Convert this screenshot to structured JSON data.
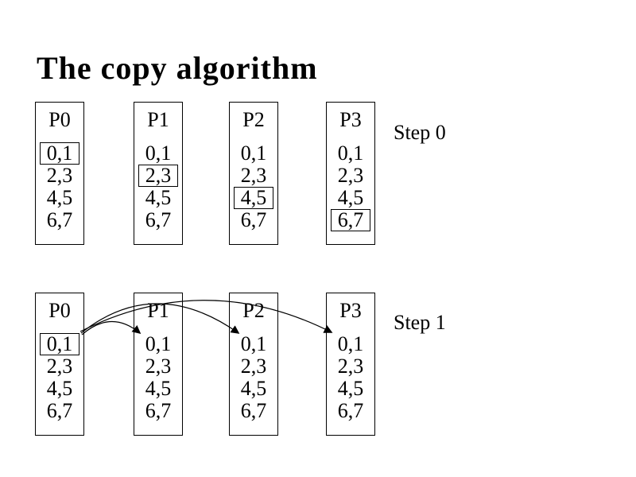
{
  "title": "The copy algorithm",
  "colors": {
    "background": "#ffffff",
    "ink": "#000000"
  },
  "steps": [
    {
      "label": "Step 0",
      "boxes": [
        {
          "label": "P0",
          "items": [
            "0,1",
            "2,3",
            "4,5",
            "6,7"
          ],
          "highlight_index": 0
        },
        {
          "label": "P1",
          "items": [
            "0,1",
            "2,3",
            "4,5",
            "6,7"
          ],
          "highlight_index": 1
        },
        {
          "label": "P2",
          "items": [
            "0,1",
            "2,3",
            "4,5",
            "6,7"
          ],
          "highlight_index": 2
        },
        {
          "label": "P3",
          "items": [
            "0,1",
            "2,3",
            "4,5",
            "6,7"
          ],
          "highlight_index": 3
        }
      ]
    },
    {
      "label": "Step 1",
      "boxes": [
        {
          "label": "P0",
          "items": [
            "0,1",
            "2,3",
            "4,5",
            "6,7"
          ],
          "highlight_index": 0
        },
        {
          "label": "P1",
          "items": [
            "0,1",
            "2,3",
            "4,5",
            "6,7"
          ],
          "highlight_index": null
        },
        {
          "label": "P2",
          "items": [
            "0,1",
            "2,3",
            "4,5",
            "6,7"
          ],
          "highlight_index": null
        },
        {
          "label": "P3",
          "items": [
            "0,1",
            "2,3",
            "4,5",
            "6,7"
          ],
          "highlight_index": null
        }
      ],
      "arrows": [
        {
          "from": "P0",
          "to": "P1",
          "payload": "0,1"
        },
        {
          "from": "P0",
          "to": "P2",
          "payload": "0,1"
        },
        {
          "from": "P0",
          "to": "P3",
          "payload": "0,1"
        }
      ]
    }
  ]
}
